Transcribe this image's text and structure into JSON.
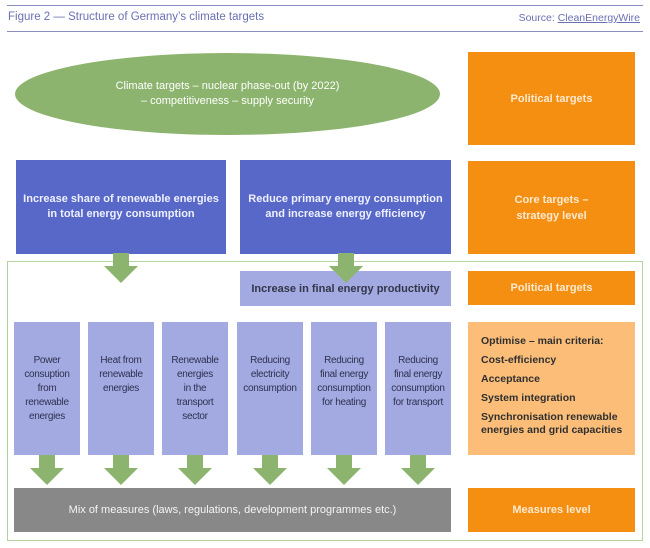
{
  "header": {
    "title": "Figure 2 — Structure of Germany’s climate targets",
    "source_label": "Source:",
    "source_link": "CleanEnergyWire"
  },
  "ellipse": {
    "text": "Climate targets – nuclear phase-out (by 2022)\n– competitiveness  – supply security"
  },
  "levels": {
    "political_targets_top": "Political targets",
    "core_targets": "Core targets –\nstrategy level",
    "political_targets_mid": "Political targets",
    "measures_level": "Measures level"
  },
  "core_boxes": {
    "renewables": "Increase share of renewable energies\nin total energy consumption",
    "efficiency": "Reduce primary energy consumption\nand increase energy efficiency"
  },
  "productivity": "Increase in final energy productivity",
  "columns": [
    "Power\nconsuption\nfrom\nrenewable\nenergies",
    "Heat from\nrenewable\nenergies",
    "Renewable\nenergies\nin the\ntransport\nsector",
    "Reducing\nelectricity\nconsumption",
    "Reducing\nfinal energy\nconsumption\nfor heating",
    "Reducing\nfinal energy\nconsumption\nfor transport"
  ],
  "criteria": {
    "heading": "Optimise – main criteria:",
    "items": [
      "Cost-efficiency",
      "Acceptance",
      "System integration",
      "Synchronisation renewable energies and grid capacities"
    ]
  },
  "measures_mix": "Mix of measures (laws, regulations, development programmes etc.)",
  "colors": {
    "orange": "#f58f12",
    "light_orange": "#fbbd78",
    "blue": "#5868c8",
    "light_blue": "#a2aae1",
    "green": "#8db46e",
    "gray": "#888888"
  }
}
